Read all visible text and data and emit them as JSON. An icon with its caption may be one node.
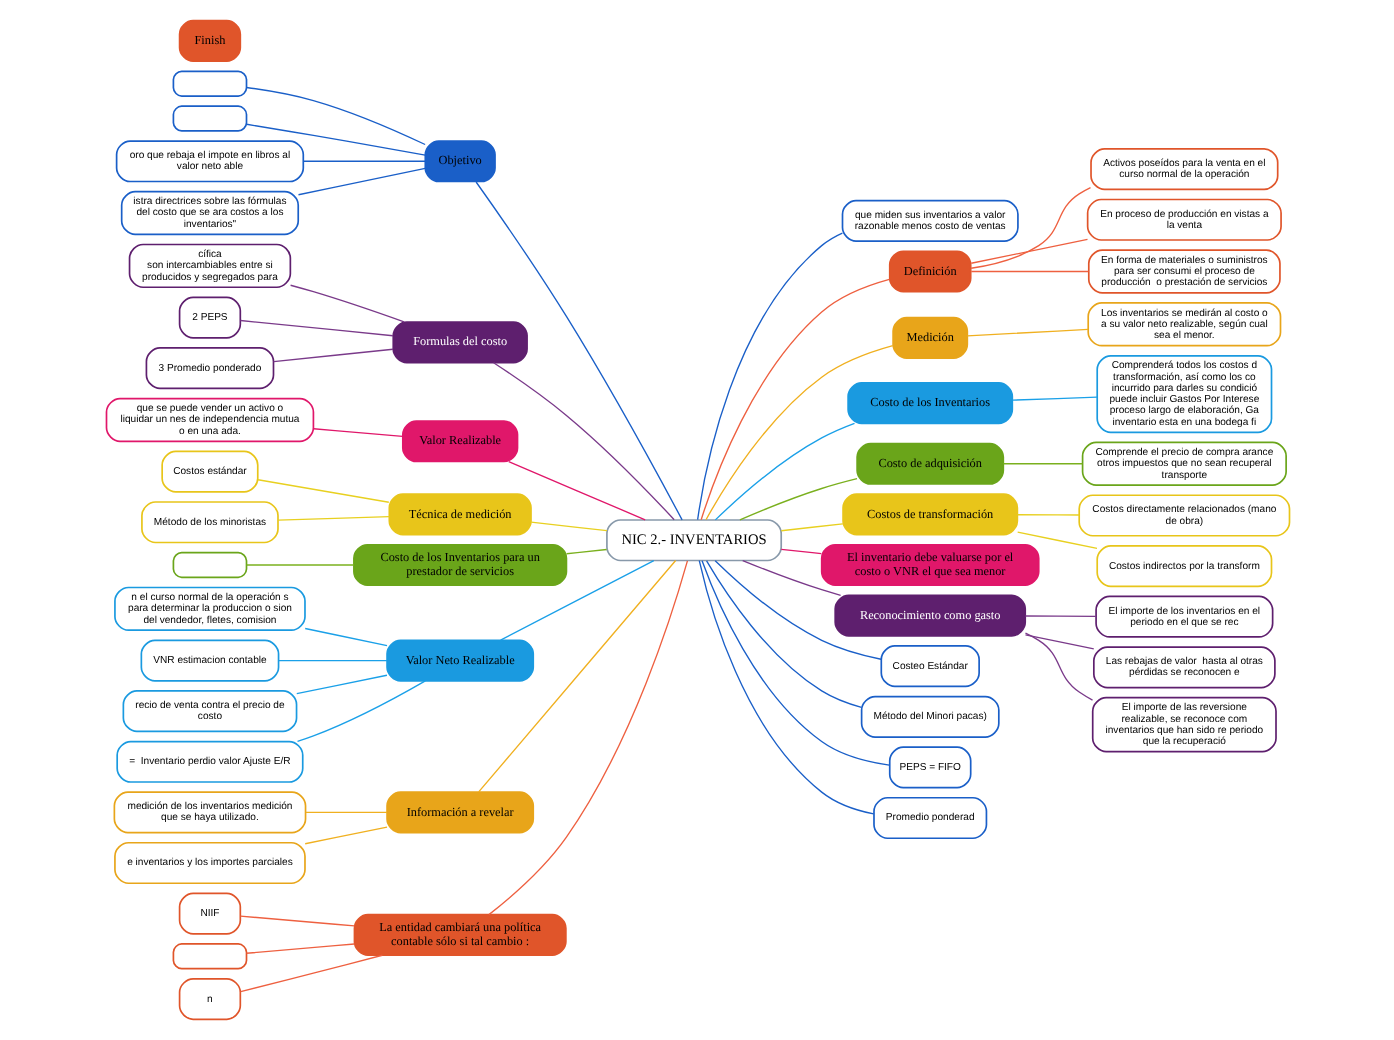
{
  "diagram": {
    "nodes": [
      {
        "text": [
          "NIC 2.- INVENTARIOS"
        ]
      },
      {
        "text": [
          "Objetivo"
        ]
      },
      {
        "text": [],
        "shape": "box"
      },
      {
        "text": [],
        "shape": "box"
      },
      {
        "text": [
          "oro que rebaja el impote en libros al valor neto able"
        ]
      },
      {
        "text": [
          "istra directrices sobre las fórmulas del costo que se ara costos a los inventarios\""
        ]
      },
      {
        "text": [
          "Formulas del costo"
        ]
      },
      {
        "text": [
          "cífica",
          "son intercambiables entre si producidos y segregados para"
        ]
      },
      {
        "text": [
          "2 PEPS"
        ]
      },
      {
        "text": [
          "3 Promedio ponderado"
        ]
      },
      {
        "text": [
          "Valor Realizable"
        ]
      },
      {
        "text": [
          "que se puede vender un activo o liquidar un nes de independencia mutua o en una ada."
        ]
      },
      {
        "text": [
          "Técnica de medición"
        ]
      },
      {
        "text": [
          "Costos estándar"
        ]
      },
      {
        "text": [
          "Método de los minoristas"
        ]
      },
      {
        "text": [
          "Costo de los Inventarios para un prestador de servicios"
        ]
      },
      {
        "text": [],
        "shape": "box"
      },
      {
        "text": [
          "Valor Neto Realizable"
        ]
      },
      {
        "text": [
          "n el curso normal de la operación s para determinar la produccion o sion del vendedor, fletes, comision"
        ]
      },
      {
        "text": [
          "VNR estimacion contable"
        ]
      },
      {
        "text": [
          "recio de venta contra el precio de costo"
        ]
      },
      {
        "text": [
          "=  Inventario perdio valor Ajuste E/R"
        ]
      },
      {
        "text": [
          "Información a revelar"
        ]
      },
      {
        "text": [
          "medición de los inventarios medición que se haya utilizado."
        ]
      },
      {
        "text": [
          "e inventarios y los importes parciales"
        ]
      },
      {
        "text": [
          "La entidad cambiará una política contable sólo si tal cambio :"
        ]
      },
      {
        "text": [
          "NIIF"
        ]
      },
      {
        "text": [],
        "shape": "box"
      },
      {
        "text": [
          "n"
        ]
      },
      {
        "text": [
          "que miden sus inventarios a valor razonable menos costo de ventas"
        ]
      },
      {
        "text": [
          "Definición"
        ]
      },
      {
        "text": [
          "Activos poseídos para la venta en el curso normal de la operación"
        ]
      },
      {
        "text": [
          "En proceso de producción en vistas a la venta"
        ]
      },
      {
        "text": [
          "En forma de materiales o suministros para ser consumi el proceso de producción  o prestación de servicios"
        ]
      },
      {
        "text": [
          "Medición"
        ]
      },
      {
        "text": [
          "Los inventarios se medirán al costo o a su valor neto realizable, según cual sea el menor."
        ]
      },
      {
        "text": [
          "Costo de los Inventarios"
        ]
      },
      {
        "text": [
          "Comprenderá todos los costos d transformación, así como los co incurrido para darles su condició puede incluir Gastos Por Interese proceso largo de elaboración, Ga inventario esta en una bodega fi"
        ]
      },
      {
        "text": [
          "Costo de adquisición"
        ]
      },
      {
        "text": [
          "Comprende el precio de compra arance otros impuestos que no sean recuperal transporte"
        ]
      },
      {
        "text": [
          "Costos de transformación"
        ]
      },
      {
        "text": [
          "Costos directamente relacionados (mano de obra)"
        ]
      },
      {
        "text": [
          "Costos indirectos por la transform"
        ]
      },
      {
        "text": [
          "El inventario debe valuarse por el costo o VNR el que sea menor"
        ]
      },
      {
        "text": [
          "Reconocimiento como gasto"
        ]
      },
      {
        "text": [
          "El importe de los inventarios en el periodo en el que se rec"
        ]
      },
      {
        "text": [
          "Las rebajas de valor  hasta al otras pérdidas se reconocen e"
        ]
      },
      {
        "text": [
          "El importe de las reversione realizable, se reconoce com inventarios que han sido re periodo que la recuperació"
        ]
      },
      {
        "text": [
          "Costeo Estándar"
        ]
      },
      {
        "text": [
          "Método del Minori pacas)"
        ]
      },
      {
        "text": [
          "PEPS = FIFO"
        ]
      },
      {
        "text": [
          "Promedio ponderad"
        ]
      },
      {
        "text": [
          "Finish"
        ]
      }
    ],
    "edges": [
      {
        "from": 2,
        "to": 1,
        "arrow": "none",
        "color": "#1a5fc8"
      },
      {
        "from": 3,
        "to": 1,
        "arrow": "none",
        "color": "#1a5fc8"
      },
      {
        "from": 4,
        "to": 1,
        "arrow": "none",
        "color": "#1a5fc8"
      },
      {
        "from": 5,
        "to": 1,
        "arrow": "none",
        "color": "#1a5fc8"
      },
      {
        "from": 1,
        "to": 0,
        "arrow": "none",
        "color": "#1a5fc8"
      },
      {
        "from": 7,
        "to": 6,
        "arrow": "none",
        "color": "#7a3a8a"
      },
      {
        "from": 8,
        "to": 6,
        "arrow": "none",
        "color": "#7a3a8a"
      },
      {
        "from": 9,
        "to": 6,
        "arrow": "none",
        "color": "#7a3a8a"
      },
      {
        "from": 6,
        "to": 0,
        "arrow": "none",
        "color": "#7a3a8a"
      },
      {
        "from": 11,
        "to": 10,
        "arrow": "none",
        "color": "#e0176a"
      },
      {
        "from": 10,
        "to": 0,
        "arrow": "none",
        "color": "#e0176a"
      },
      {
        "from": 13,
        "to": 12,
        "arrow": "none",
        "color": "#e8d020"
      },
      {
        "from": 14,
        "to": 12,
        "arrow": "none",
        "color": "#e8d020"
      },
      {
        "from": 12,
        "to": 0,
        "arrow": "none",
        "color": "#e8d020"
      },
      {
        "from": 16,
        "to": 15,
        "arrow": "none",
        "color": "#7ab01e"
      },
      {
        "from": 15,
        "to": 0,
        "arrow": "none",
        "color": "#7ab01e"
      },
      {
        "from": 18,
        "to": 17,
        "arrow": "none",
        "color": "#1aa0e8"
      },
      {
        "from": 19,
        "to": 17,
        "arrow": "none",
        "color": "#1aa0e8"
      },
      {
        "from": 20,
        "to": 17,
        "arrow": "none",
        "color": "#1aa0e8"
      },
      {
        "from": 21,
        "to": 17,
        "arrow": "none",
        "color": "#1aa0e8"
      },
      {
        "from": 17,
        "to": 0,
        "arrow": "none",
        "color": "#1aa0e8"
      },
      {
        "from": 23,
        "to": 22,
        "arrow": "none",
        "color": "#f0b020"
      },
      {
        "from": 24,
        "to": 22,
        "arrow": "none",
        "color": "#f0b020"
      },
      {
        "from": 22,
        "to": 0,
        "arrow": "none",
        "color": "#f0b020"
      },
      {
        "from": 26,
        "to": 25,
        "arrow": "none",
        "color": "#ee6040"
      },
      {
        "from": 27,
        "to": 25,
        "arrow": "none",
        "color": "#ee6040"
      },
      {
        "from": 28,
        "to": 25,
        "arrow": "none",
        "color": "#ee6040"
      },
      {
        "from": 25,
        "to": 0,
        "arrow": "none",
        "color": "#ee6040"
      },
      {
        "from": 0,
        "to": 29,
        "arrow": "none",
        "color": "#1a5fc8"
      },
      {
        "from": 0,
        "to": 30,
        "arrow": "none",
        "color": "#ee6040"
      },
      {
        "from": 30,
        "to": 31,
        "arrow": "none",
        "color": "#ee6040"
      },
      {
        "from": 30,
        "to": 32,
        "arrow": "none",
        "color": "#ee6040"
      },
      {
        "from": 30,
        "to": 33,
        "arrow": "none",
        "color": "#ee6040"
      },
      {
        "from": 0,
        "to": 34,
        "arrow": "none",
        "color": "#f0b020"
      },
      {
        "from": 34,
        "to": 35,
        "arrow": "none",
        "color": "#f0b020"
      },
      {
        "from": 0,
        "to": 36,
        "arrow": "none",
        "color": "#1aa0e8"
      },
      {
        "from": 36,
        "to": 37,
        "arrow": "none",
        "color": "#1aa0e8"
      },
      {
        "from": 0,
        "to": 38,
        "arrow": "none",
        "color": "#7ab01e"
      },
      {
        "from": 38,
        "to": 39,
        "arrow": "none",
        "color": "#7ab01e"
      },
      {
        "from": 0,
        "to": 40,
        "arrow": "none",
        "color": "#e8d020"
      },
      {
        "from": 40,
        "to": 41,
        "arrow": "none",
        "color": "#e8d020"
      },
      {
        "from": 40,
        "to": 42,
        "arrow": "none",
        "color": "#e8d020"
      },
      {
        "from": 0,
        "to": 43,
        "arrow": "none",
        "color": "#e0176a"
      },
      {
        "from": 0,
        "to": 44,
        "arrow": "none",
        "color": "#7a3a8a"
      },
      {
        "from": 44,
        "to": 45,
        "arrow": "none",
        "color": "#7a3a8a"
      },
      {
        "from": 44,
        "to": 46,
        "arrow": "none",
        "color": "#7a3a8a"
      },
      {
        "from": 44,
        "to": 47,
        "arrow": "none",
        "color": "#7a3a8a"
      },
      {
        "from": 0,
        "to": 48,
        "arrow": "none",
        "color": "#1a5fc8"
      },
      {
        "from": 0,
        "to": 49,
        "arrow": "none",
        "color": "#1a5fc8"
      },
      {
        "from": 0,
        "to": 50,
        "arrow": "none",
        "color": "#1a5fc8"
      },
      {
        "from": 0,
        "to": 51,
        "arrow": "none",
        "color": "#1a5fc8"
      }
    ]
  }
}
